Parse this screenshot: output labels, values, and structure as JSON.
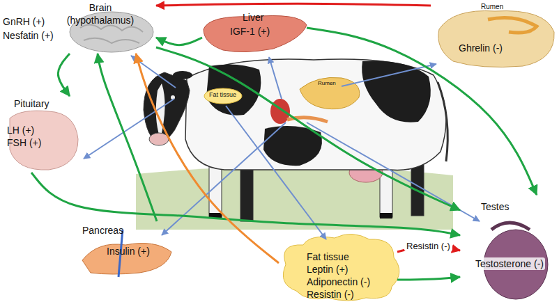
{
  "diagram": {
    "nodes": [
      {
        "text": [
          "Brain (hypothalamus)",
          "GnRH (+)",
          "Nesfatin (+)"
        ]
      },
      {
        "text": [
          "Liver",
          "IGF-1 (+)"
        ]
      },
      {
        "text": [
          "Rumen",
          "Ghrelin (-)"
        ]
      },
      {
        "text": [
          "Pituitary",
          "LH (+)",
          "FSH (+)"
        ]
      },
      {
        "text": [
          "Pancreas",
          "Insulin (+)"
        ]
      },
      {
        "text": [
          "Fat tissue",
          "Leptin (+)",
          "Adiponectin (-)",
          "Resistin (-)"
        ]
      },
      {
        "text": [
          "Testes",
          "Testosterone (-)"
        ]
      }
    ],
    "edges": [
      {
        "from": 2,
        "to": 0,
        "arrow": "to"
      },
      {
        "from": 1,
        "to": 0,
        "arrow": "to"
      },
      {
        "from": 1,
        "to": 6,
        "arrow": "to"
      },
      {
        "from": 0,
        "to": 6,
        "arrow": "to"
      },
      {
        "from": 3,
        "to": 6,
        "arrow": "to"
      },
      {
        "from": 0,
        "to": 3,
        "arrow": "to"
      },
      {
        "from": 4,
        "to": 0,
        "arrow": "to"
      },
      {
        "from": 5,
        "to": 0,
        "arrow": "to"
      },
      {
        "from": 5,
        "to": 6,
        "arrow": "to"
      },
      {
        "from": 5,
        "to": 6,
        "label": "Resistin (-)",
        "arrow": "to"
      }
    ],
    "labels": [
      "Fat tissue",
      "Rumen"
    ]
  }
}
